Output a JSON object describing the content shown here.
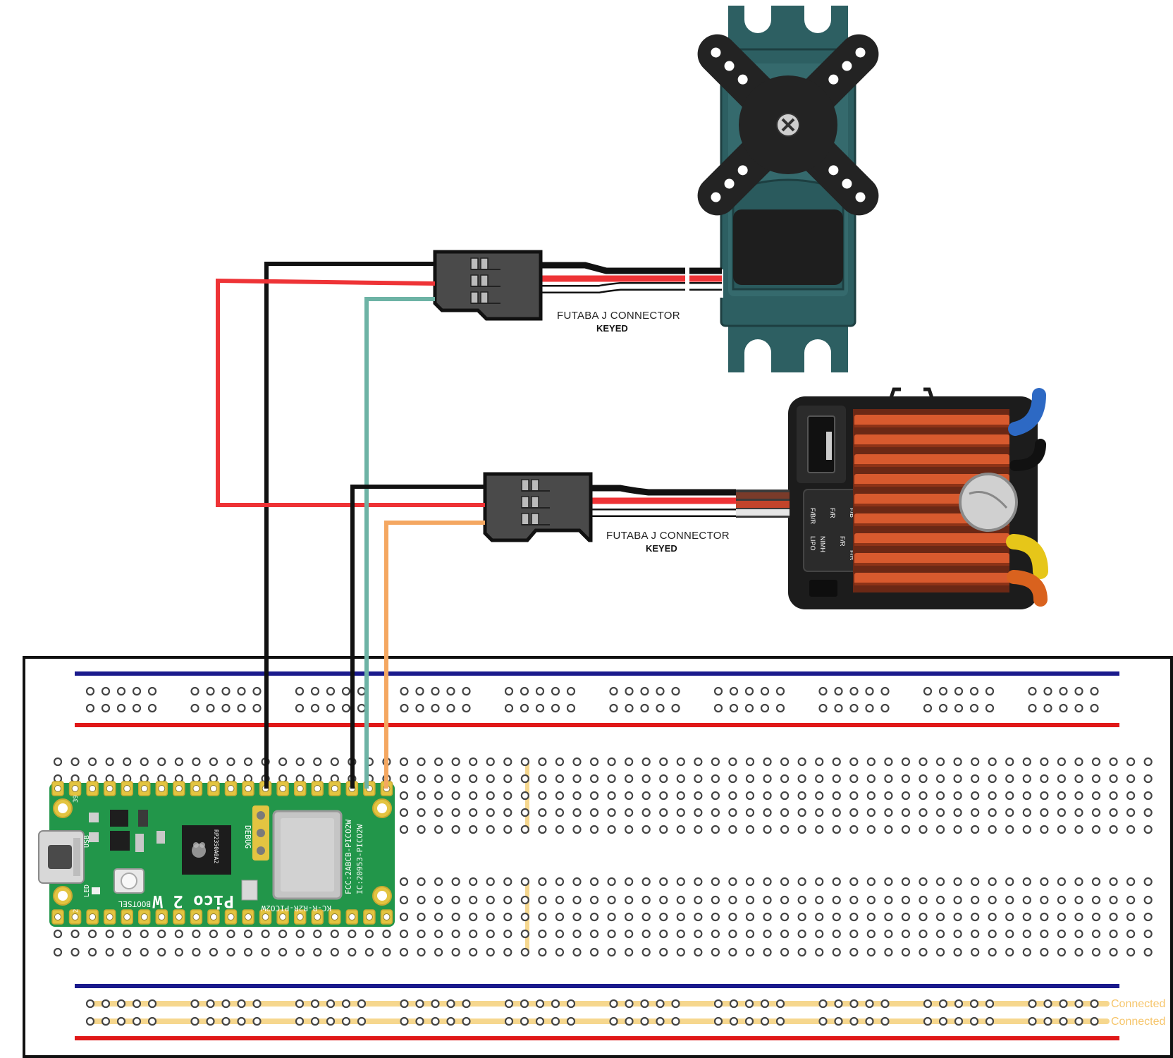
{
  "colors": {
    "wire_black": "#111111",
    "wire_red": "#ee3336",
    "wire_signal_servo": "#6db3a5",
    "wire_signal_esc": "#f4a761",
    "wire_white": "#ffffff",
    "rail_blue": "#1a1a8c",
    "rail_red": "#e01818",
    "servo_body": "#2d5f62",
    "horn": "#232323",
    "connector": "#4a4a4a",
    "heatsink": "#d85a2e",
    "pico_green": "#22964a",
    "pad_gold": "#e3c441",
    "connected_highlight": "#f6d78e"
  },
  "servo_connector": {
    "title": "FUTABA J CONNECTOR",
    "subtitle": "KEYED"
  },
  "esc_connector": {
    "title": "FUTABA J CONNECTOR",
    "subtitle": "KEYED"
  },
  "esc_module": {
    "labels": [
      "F/B/R",
      "F/R",
      "LIPO",
      "NIMH",
      "F/R",
      "F/B",
      "F/R"
    ]
  },
  "pico": {
    "brand_text": "Pico 2 W",
    "chip_text": "RP2350A0A2",
    "debug_label": "DEBUG",
    "usb_label": "USB",
    "led_label": "LED",
    "bootsel_label": "BOOTSEL",
    "fcc_label": "FCC:2ABCB-PICO2W",
    "ic_label": "IC:20953-PICO2W",
    "kc_label": "KC-R-R2R-PICO2W",
    "pin_39": "39",
    "pin_2": "2"
  },
  "breadboard": {
    "connected_label_1": "Connected",
    "connected_label_2": "Connected"
  }
}
